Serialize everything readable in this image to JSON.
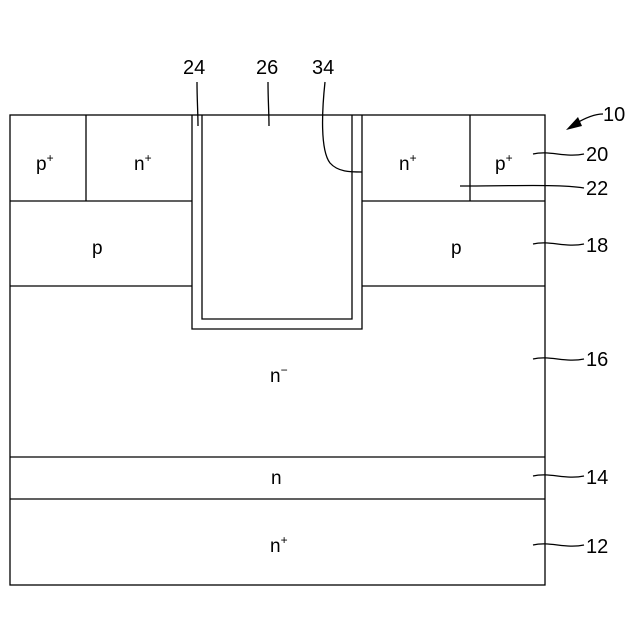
{
  "regions": {
    "p_plus_left": {
      "base": "p",
      "sup": "+"
    },
    "n_plus_left": {
      "base": "n",
      "sup": "+"
    },
    "n_plus_right": {
      "base": "n",
      "sup": "+"
    },
    "p_plus_right": {
      "base": "p",
      "sup": "+"
    },
    "p_left": {
      "base": "p",
      "sup": ""
    },
    "p_right": {
      "base": "p",
      "sup": ""
    },
    "n_minus": {
      "base": "n",
      "sup": "−"
    },
    "n_layer": {
      "base": "n",
      "sup": ""
    },
    "n_plus_substrate": {
      "base": "n",
      "sup": "+"
    }
  },
  "reference_numerals": {
    "device": "10",
    "substrate": "12",
    "buffer_layer": "14",
    "drift_layer": "16",
    "body_layer": "18",
    "contact_region": "20",
    "source_region": "22",
    "trench": "24",
    "gate_electrode": "26",
    "gate_insulator": "34"
  }
}
